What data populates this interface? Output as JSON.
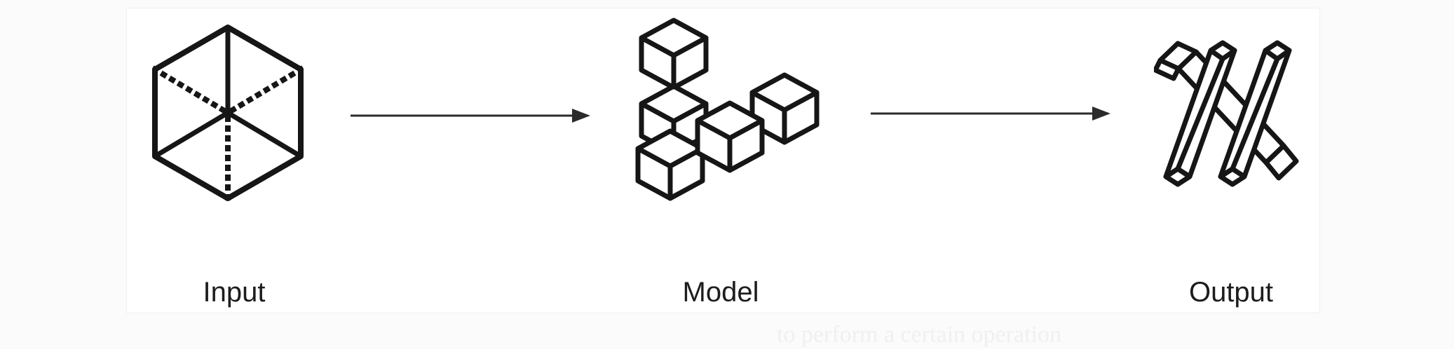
{
  "page": {
    "background_color": "#fbfbfb",
    "panel_background": "#ffffff",
    "panel_border_color": "#f0f0f0"
  },
  "diagram": {
    "nodes": [
      {
        "id": "input",
        "label": "Input",
        "icon": "cube-wireframe-icon"
      },
      {
        "id": "model",
        "label": "Model",
        "icon": "building-blocks-icon"
      },
      {
        "id": "output",
        "label": "Output",
        "icon": "crossed-beams-x-icon"
      }
    ],
    "connectors": [
      {
        "from": "input",
        "to": "model",
        "type": "right-arrow"
      },
      {
        "from": "model",
        "to": "output",
        "type": "right-arrow"
      }
    ],
    "colors": {
      "icon_stroke": "#161616",
      "arrow": "#2b2b2b",
      "label_text": "#1d1d1f",
      "faint_text": "#f0f0f0"
    }
  },
  "background_text": {
    "partial_line": "to perform a certain operation"
  }
}
